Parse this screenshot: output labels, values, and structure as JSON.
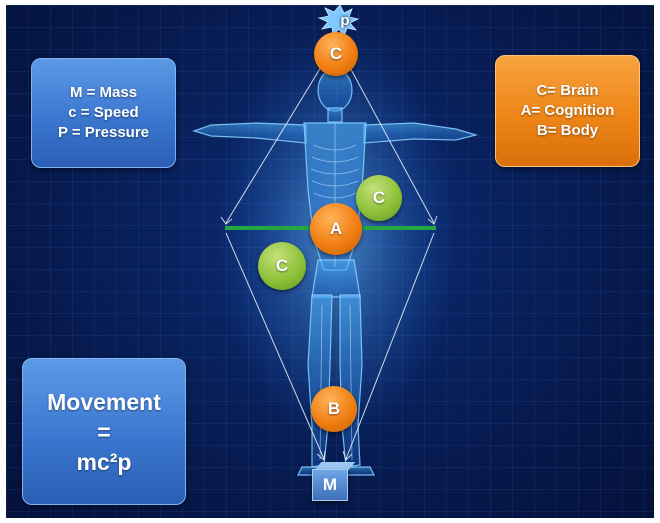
{
  "legend": {
    "line1": "M = Mass",
    "line2": "c = Speed",
    "line3": "P = Pressure"
  },
  "key": {
    "line1": "C= Brain",
    "line2": "A= Cognition",
    "line3": "B= Body"
  },
  "formula": {
    "line1": "Movement",
    "line2": "=",
    "line3": "mc²p"
  },
  "nodes": {
    "c_top": "C",
    "a": "A",
    "b": "B",
    "c_upper": "C",
    "c_lower": "C"
  },
  "pressure_label": "p",
  "mass_label": "M",
  "colors": {
    "background": "#081f58",
    "blue_box": "#3b77cf",
    "orange": "#ee8517",
    "green_node": "#8fc13a",
    "balance_line": "#25a644"
  }
}
